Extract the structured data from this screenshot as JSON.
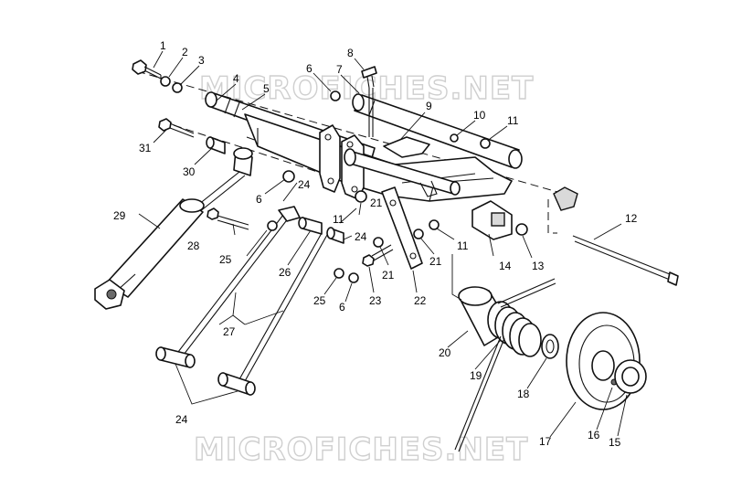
{
  "watermark": "MICROFICHES.NET",
  "callouts": [
    {
      "id": "c1",
      "text": "1"
    },
    {
      "id": "c2",
      "text": "2"
    },
    {
      "id": "c3",
      "text": "3"
    },
    {
      "id": "c4",
      "text": "4"
    },
    {
      "id": "c5",
      "text": "5"
    },
    {
      "id": "c6a",
      "text": "6"
    },
    {
      "id": "c7",
      "text": "7"
    },
    {
      "id": "c8",
      "text": "8"
    },
    {
      "id": "c9",
      "text": "9"
    },
    {
      "id": "c10",
      "text": "10"
    },
    {
      "id": "c11a",
      "text": "11"
    },
    {
      "id": "c12",
      "text": "12"
    },
    {
      "id": "c31",
      "text": "31"
    },
    {
      "id": "c30",
      "text": "30"
    },
    {
      "id": "c29",
      "text": "29"
    },
    {
      "id": "c6b",
      "text": "6"
    },
    {
      "id": "c24a",
      "text": "24"
    },
    {
      "id": "c28",
      "text": "28"
    },
    {
      "id": "c25a",
      "text": "25"
    },
    {
      "id": "c21a",
      "text": "21"
    },
    {
      "id": "c11b",
      "text": "11"
    },
    {
      "id": "c11c",
      "text": "11"
    },
    {
      "id": "c14",
      "text": "14"
    },
    {
      "id": "c13",
      "text": "13"
    },
    {
      "id": "c24b",
      "text": "24"
    },
    {
      "id": "c26",
      "text": "26"
    },
    {
      "id": "c21b",
      "text": "21"
    },
    {
      "id": "c21c",
      "text": "21"
    },
    {
      "id": "c25b",
      "text": "25"
    },
    {
      "id": "c23",
      "text": "23"
    },
    {
      "id": "c22",
      "text": "22"
    },
    {
      "id": "c6c",
      "text": "6"
    },
    {
      "id": "c27",
      "text": "27"
    },
    {
      "id": "c20",
      "text": "20"
    },
    {
      "id": "c19",
      "text": "19"
    },
    {
      "id": "c18",
      "text": "18"
    },
    {
      "id": "c17",
      "text": "17"
    },
    {
      "id": "c16",
      "text": "16"
    },
    {
      "id": "c15",
      "text": "15"
    },
    {
      "id": "c24c",
      "text": "24"
    }
  ]
}
